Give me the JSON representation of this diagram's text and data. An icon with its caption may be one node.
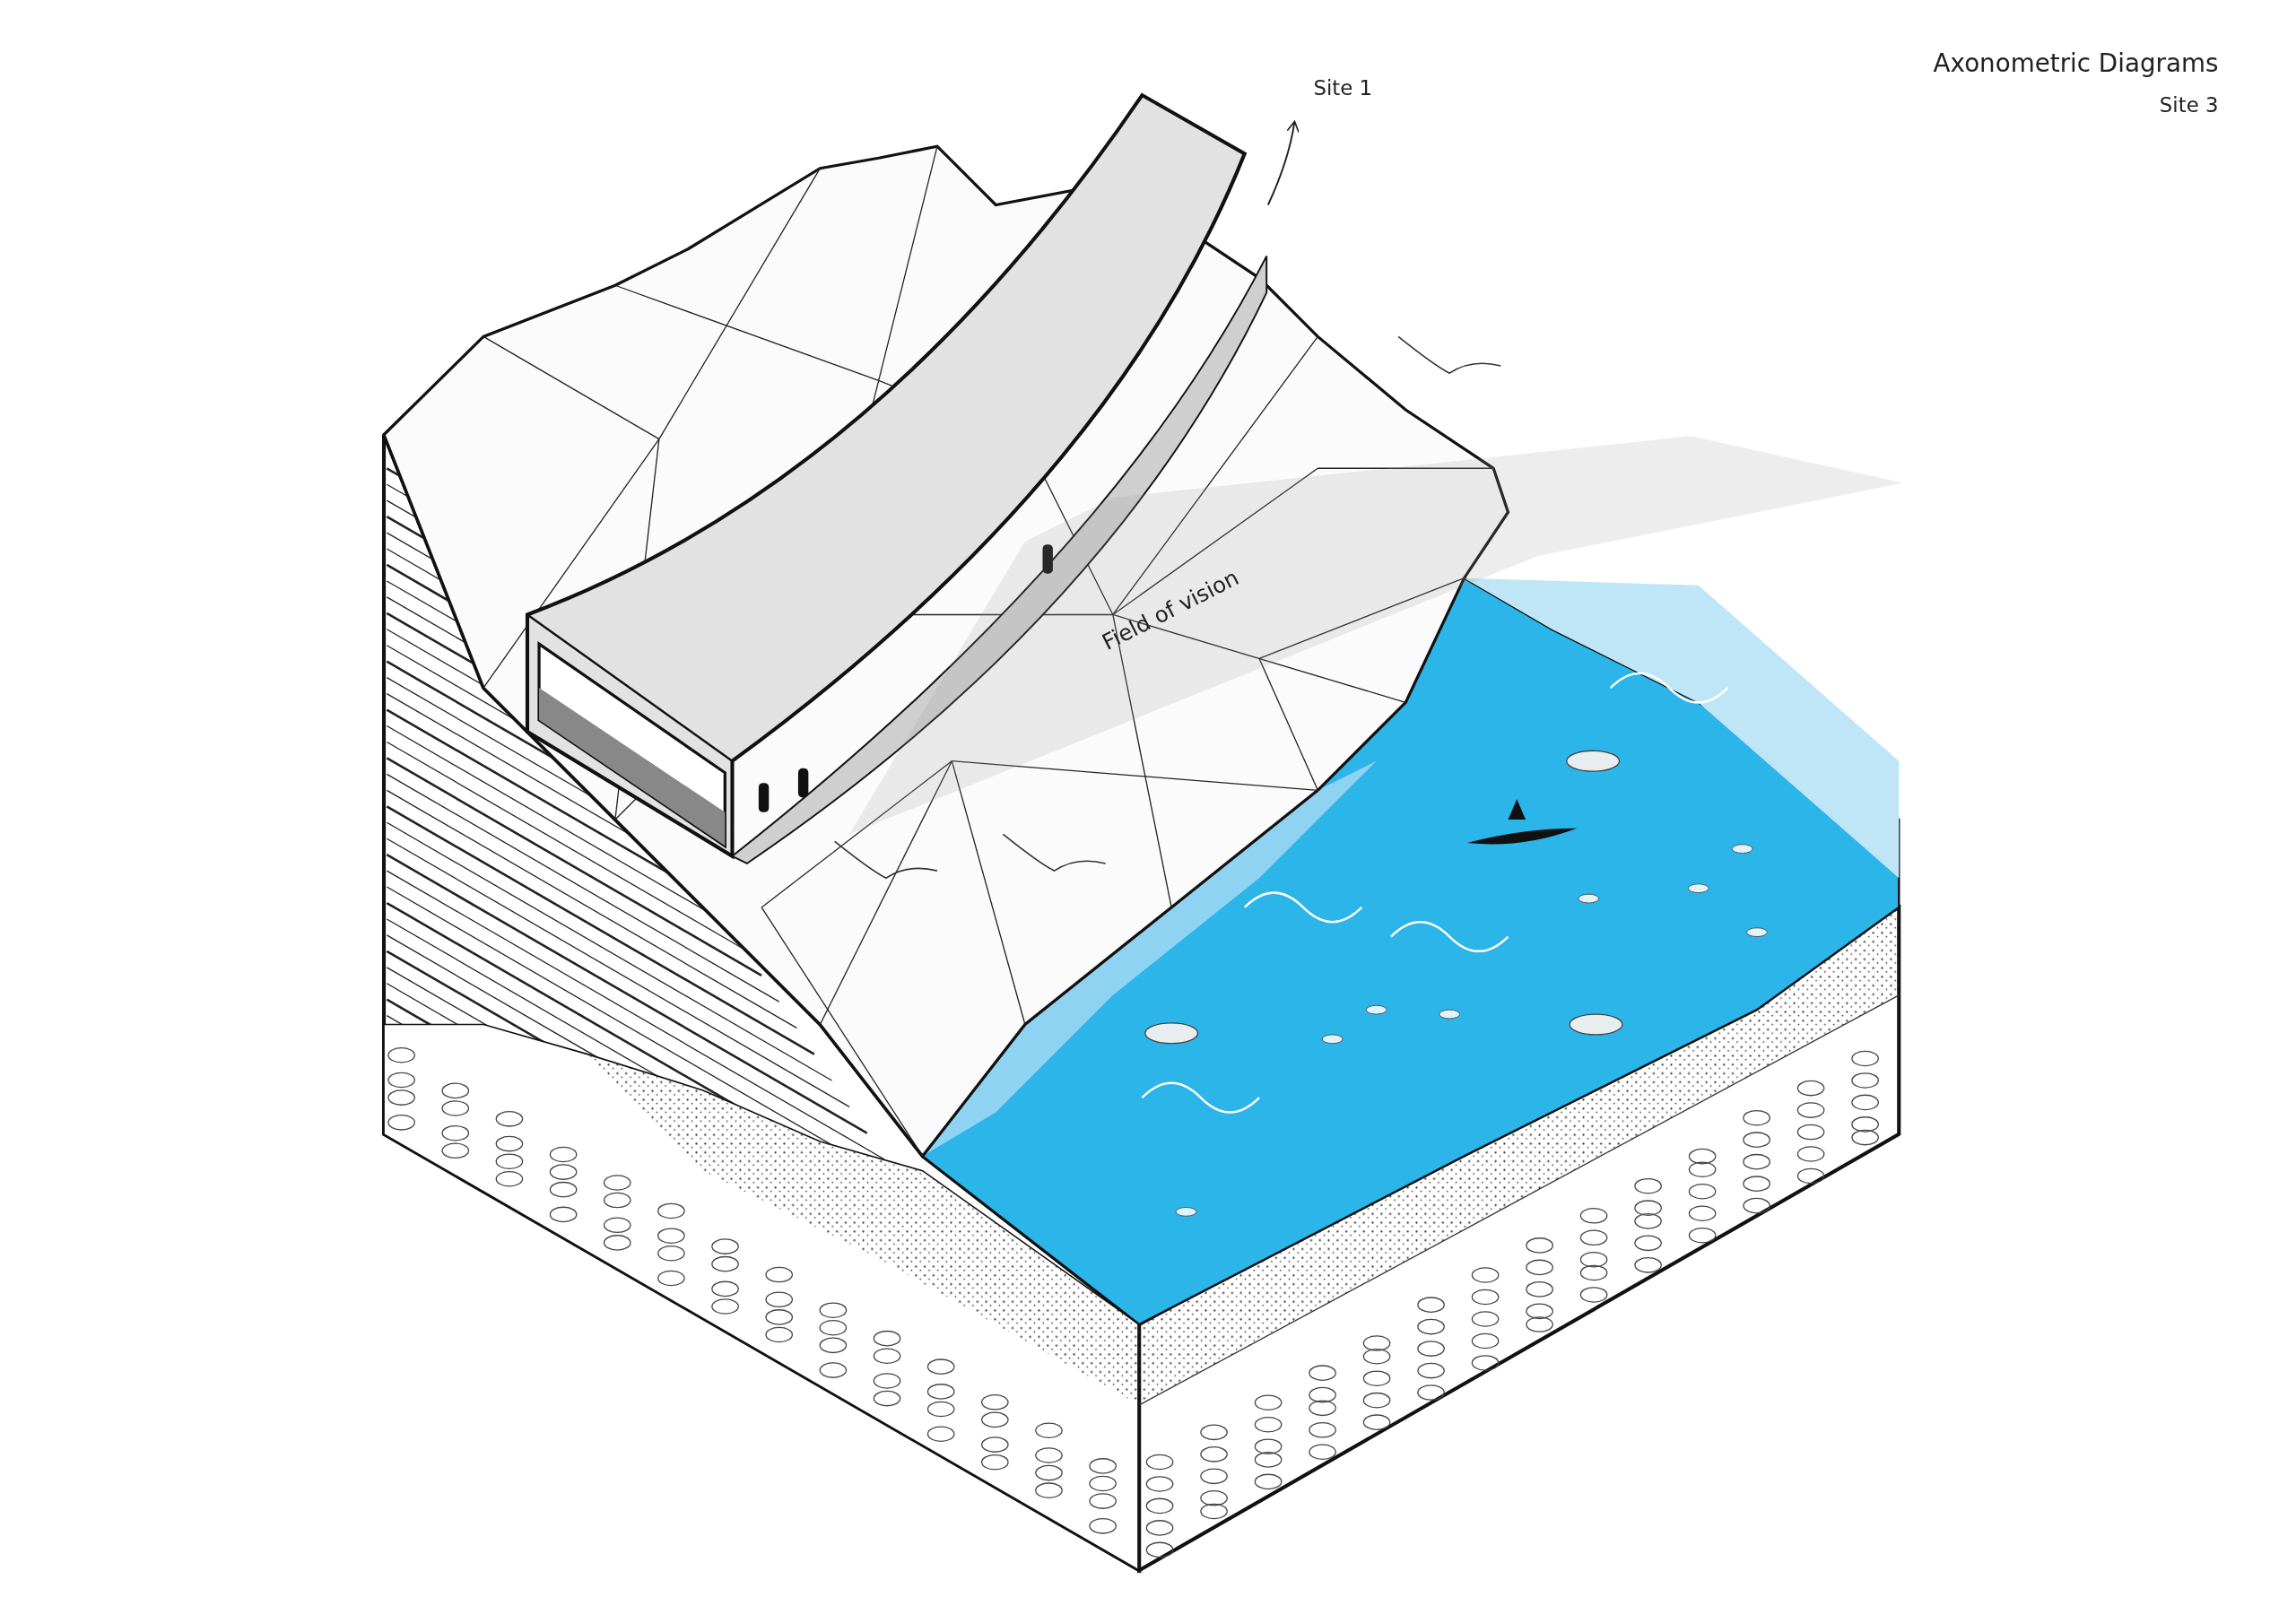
{
  "diagram": {
    "title": "Axonometric Diagrams",
    "labels": [
      "Site 3",
      "Site 1",
      "Field of vision"
    ]
  }
}
